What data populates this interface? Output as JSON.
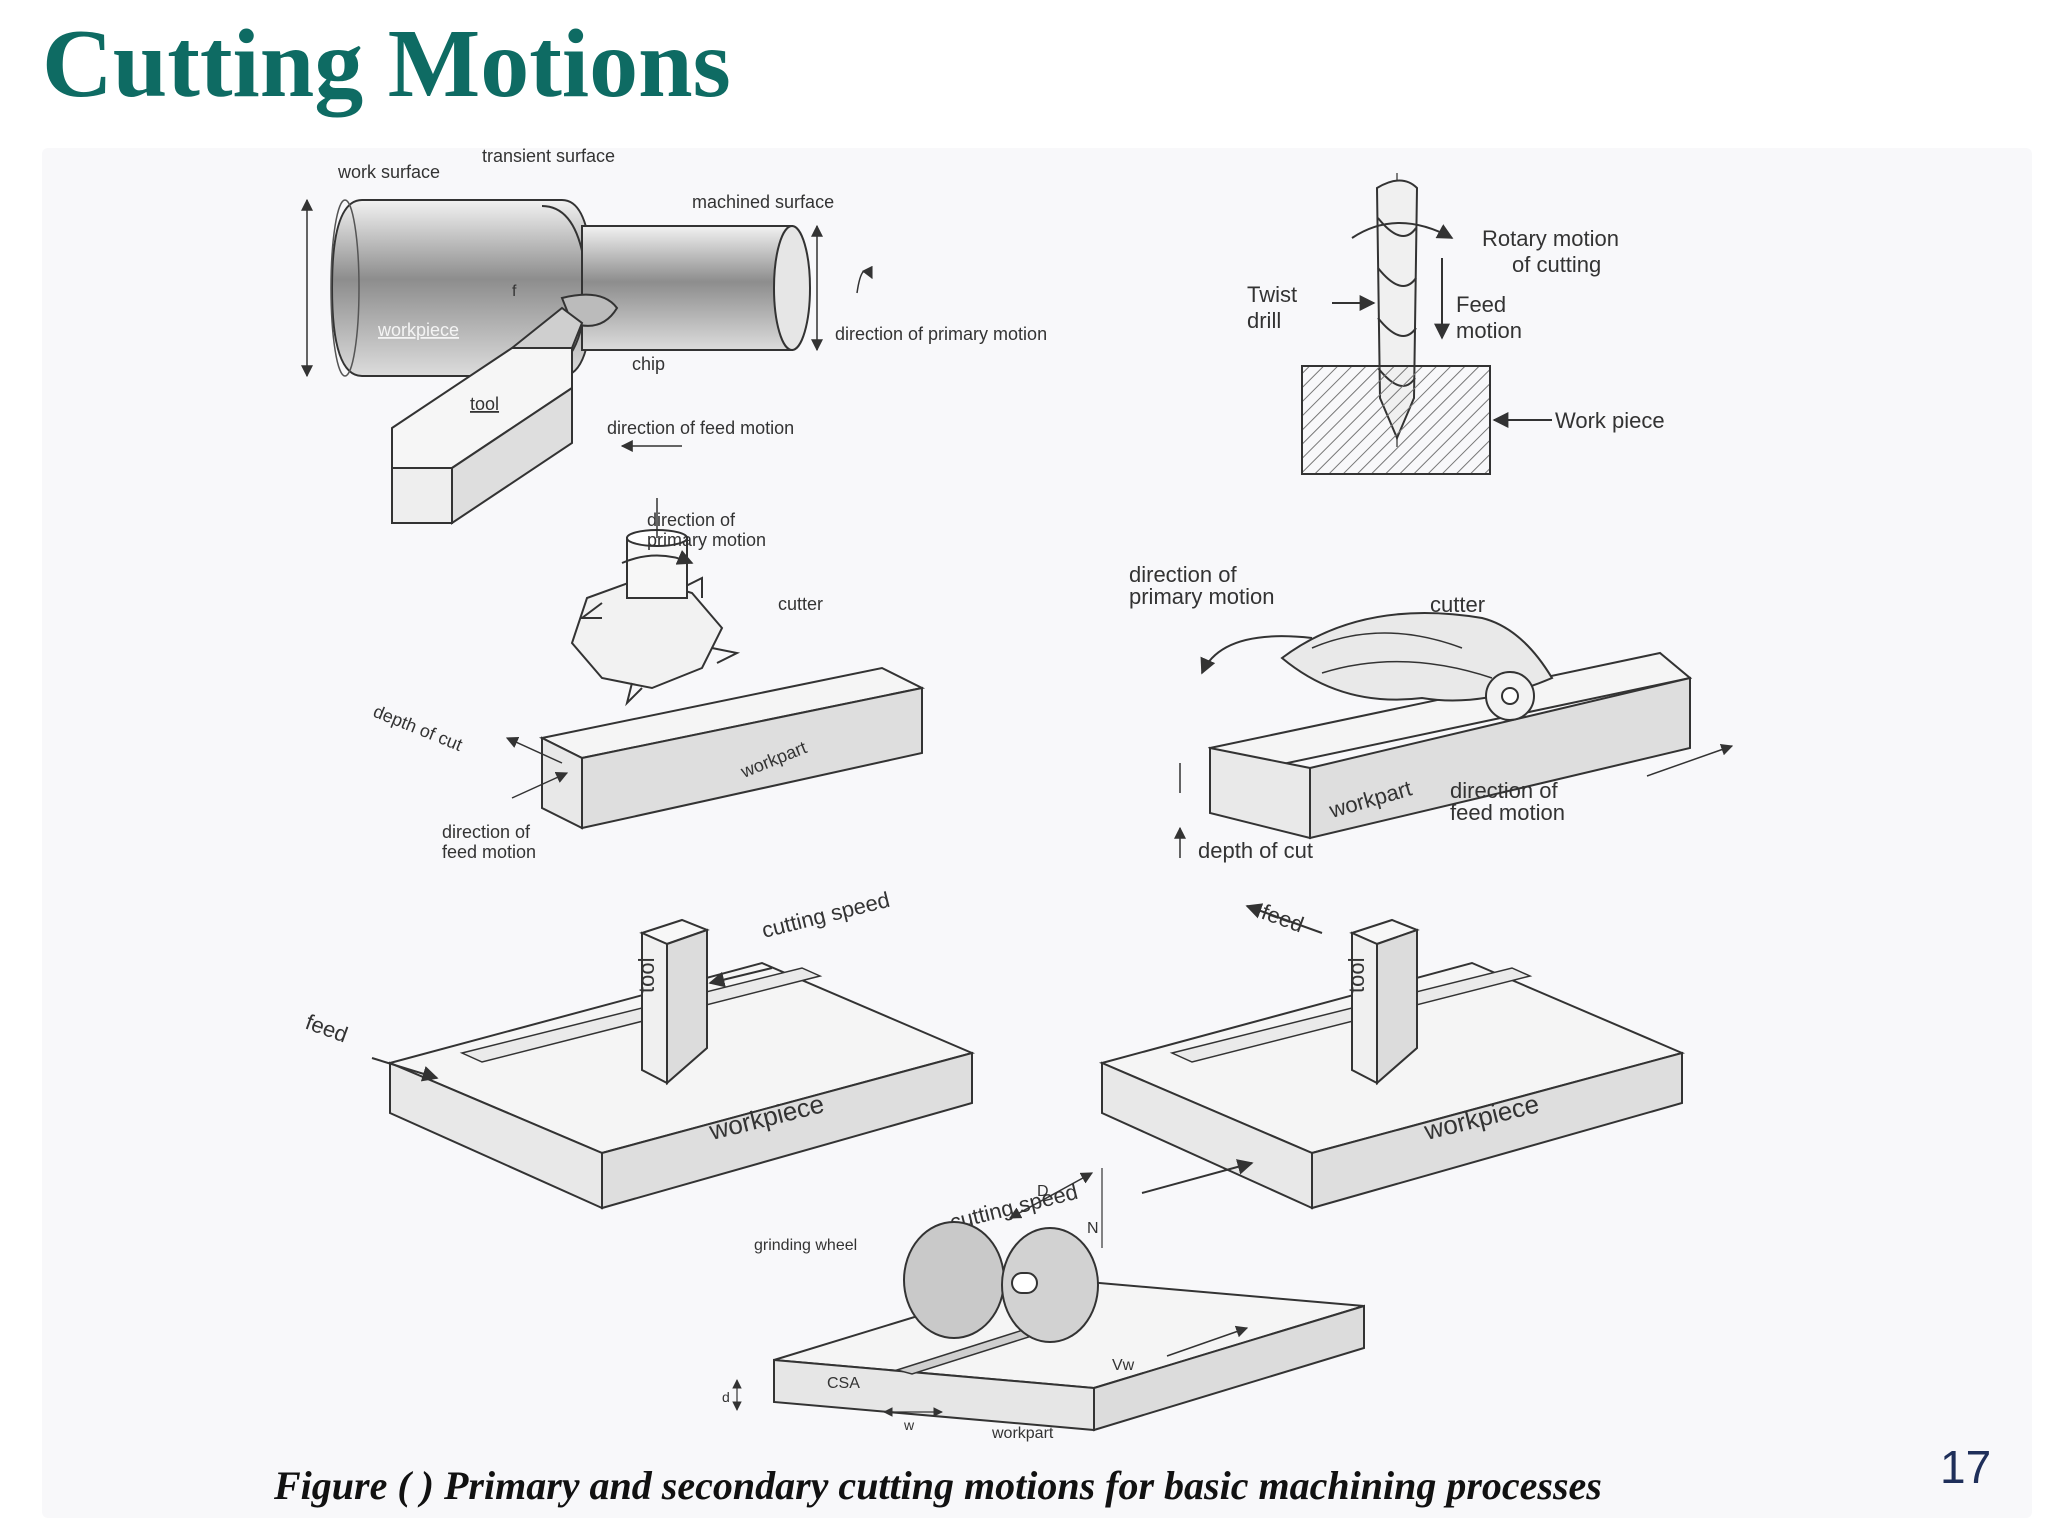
{
  "slide": {
    "title": "Cutting Motions",
    "caption": "Figure ( ) Primary and secondary cutting motions for basic machining processes",
    "page_number": "17",
    "title_color": "#0e6b63"
  },
  "turning": {
    "work_surface": "work surface",
    "transient_surface": "transient surface",
    "machined_surface": "machined surface",
    "workpiece": "workpiece",
    "f": "f",
    "chip": "chip",
    "tool": "tool",
    "primary": "direction of primary motion",
    "feed": "direction of feed motion"
  },
  "drilling": {
    "rotary1": "Rotary motion",
    "rotary2": "of cutting",
    "twist1": "Twist",
    "twist2": "drill",
    "feed1": "Feed",
    "feed2": "motion",
    "work": "Work piece"
  },
  "face_milling": {
    "primary1": "direction of",
    "primary2": "primary motion",
    "cutter": "cutter",
    "depth": "depth of cut",
    "workpart": "workpart",
    "feed1": "direction of",
    "feed2": "feed motion"
  },
  "slab_milling": {
    "primary1": "direction of",
    "primary2": "primary motion",
    "cutter": "cutter",
    "workpart": "workpart",
    "feed1": "direction of",
    "feed2": "feed motion",
    "depth": "depth of cut"
  },
  "shaping": {
    "cutting_speed": "cutting speed",
    "tool": "tool",
    "feed": "feed",
    "workpiece": "workpiece"
  },
  "planing": {
    "feed": "feed",
    "tool": "tool",
    "workpiece": "workpiece",
    "cutting_speed": "cutting speed"
  },
  "grinding": {
    "wheel": "grinding wheel",
    "D": "D",
    "N": "N",
    "csa": "CSA",
    "d": "d",
    "w": "w",
    "vw": "Vw",
    "workpart": "workpart"
  }
}
